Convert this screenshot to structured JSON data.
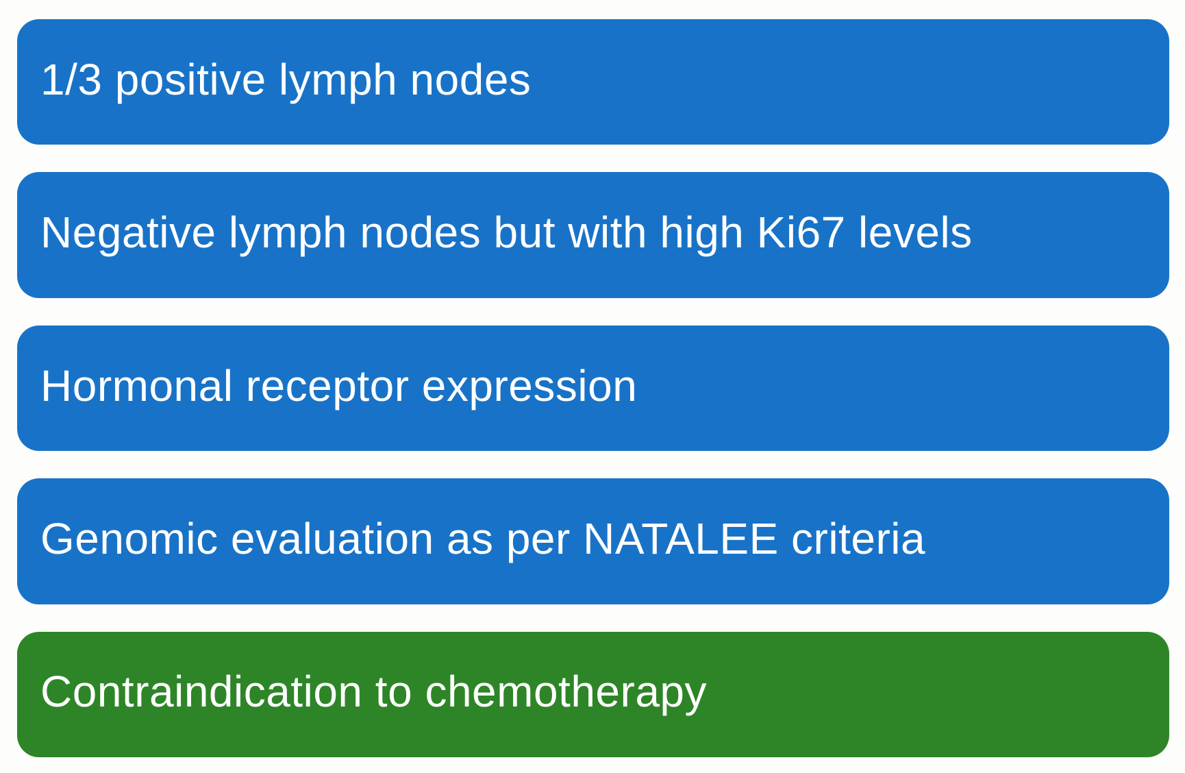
{
  "figure": {
    "title": "Criteria boxes figure",
    "colors": {
      "criterion_blue": "#1873c8",
      "criterion_green": "#2e8527",
      "text": "#ffffff",
      "background": "#fdfdfc"
    },
    "boxes": [
      {
        "label": "1/3 positive lymph nodes",
        "color": "#1873c8"
      },
      {
        "label": "Negative lymph nodes but with high Ki67 levels",
        "color": "#1873c8"
      },
      {
        "label": "Hormonal receptor expression",
        "color": "#1873c8"
      },
      {
        "label": "Genomic evaluation as per NATALEE criteria",
        "color": "#1873c8"
      },
      {
        "label": "Contraindication to chemotherapy",
        "color": "#2e8527"
      }
    ]
  }
}
